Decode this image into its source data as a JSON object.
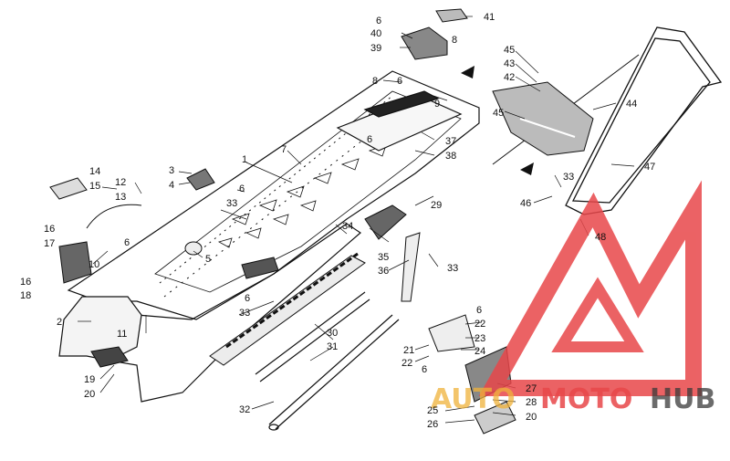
{
  "diagram": {
    "callouts": [
      {
        "id": "c1",
        "text": "1"
      },
      {
        "id": "c2",
        "text": "2"
      },
      {
        "id": "c3",
        "text": "3"
      },
      {
        "id": "c4",
        "text": "4"
      },
      {
        "id": "c5",
        "text": "5"
      },
      {
        "id": "c6a",
        "text": "6"
      },
      {
        "id": "c6b",
        "text": "6"
      },
      {
        "id": "c6c",
        "text": "6"
      },
      {
        "id": "c6d",
        "text": "6"
      },
      {
        "id": "c6e",
        "text": "6"
      },
      {
        "id": "c6f",
        "text": "6"
      },
      {
        "id": "c6g",
        "text": "6"
      },
      {
        "id": "c6h",
        "text": "6"
      },
      {
        "id": "c7",
        "text": "7"
      },
      {
        "id": "c8a",
        "text": "8"
      },
      {
        "id": "c8b",
        "text": "8"
      },
      {
        "id": "c9",
        "text": "9"
      },
      {
        "id": "c10",
        "text": "10"
      },
      {
        "id": "c11",
        "text": "11"
      },
      {
        "id": "c12",
        "text": "12"
      },
      {
        "id": "c13",
        "text": "13"
      },
      {
        "id": "c14",
        "text": "14"
      },
      {
        "id": "c15",
        "text": "15"
      },
      {
        "id": "c16a",
        "text": "16"
      },
      {
        "id": "c16b",
        "text": "16"
      },
      {
        "id": "c17",
        "text": "17"
      },
      {
        "id": "c18",
        "text": "18"
      },
      {
        "id": "c19",
        "text": "19"
      },
      {
        "id": "c20a",
        "text": "20"
      },
      {
        "id": "c20b",
        "text": "20"
      },
      {
        "id": "c21",
        "text": "21"
      },
      {
        "id": "c22a",
        "text": "22"
      },
      {
        "id": "c22b",
        "text": "22"
      },
      {
        "id": "c23",
        "text": "23"
      },
      {
        "id": "c24",
        "text": "24"
      },
      {
        "id": "c25",
        "text": "25"
      },
      {
        "id": "c26",
        "text": "26"
      },
      {
        "id": "c27",
        "text": "27"
      },
      {
        "id": "c28",
        "text": "28"
      },
      {
        "id": "c29",
        "text": "29"
      },
      {
        "id": "c30",
        "text": "30"
      },
      {
        "id": "c31",
        "text": "31"
      },
      {
        "id": "c32",
        "text": "32"
      },
      {
        "id": "c33a",
        "text": "33"
      },
      {
        "id": "c33b",
        "text": "33"
      },
      {
        "id": "c33c",
        "text": "33"
      },
      {
        "id": "c33d",
        "text": "33"
      },
      {
        "id": "c34",
        "text": "34"
      },
      {
        "id": "c35",
        "text": "35"
      },
      {
        "id": "c36",
        "text": "36"
      },
      {
        "id": "c37",
        "text": "37"
      },
      {
        "id": "c38",
        "text": "38"
      },
      {
        "id": "c39",
        "text": "39"
      },
      {
        "id": "c40",
        "text": "40"
      },
      {
        "id": "c41",
        "text": "41"
      },
      {
        "id": "c42",
        "text": "42"
      },
      {
        "id": "c43",
        "text": "43"
      },
      {
        "id": "c44",
        "text": "44"
      },
      {
        "id": "c45a",
        "text": "45"
      },
      {
        "id": "c45b",
        "text": "45"
      },
      {
        "id": "c46",
        "text": "46"
      },
      {
        "id": "c47",
        "text": "47"
      },
      {
        "id": "c48",
        "text": "48"
      }
    ]
  },
  "watermark": {
    "word_1": "AUTO",
    "word_2": "MOTO",
    "word_3": "HUB",
    "colors": {
      "red": "#e8474a",
      "gold": "#f0b23a",
      "dark": "#3a3a3a"
    }
  }
}
